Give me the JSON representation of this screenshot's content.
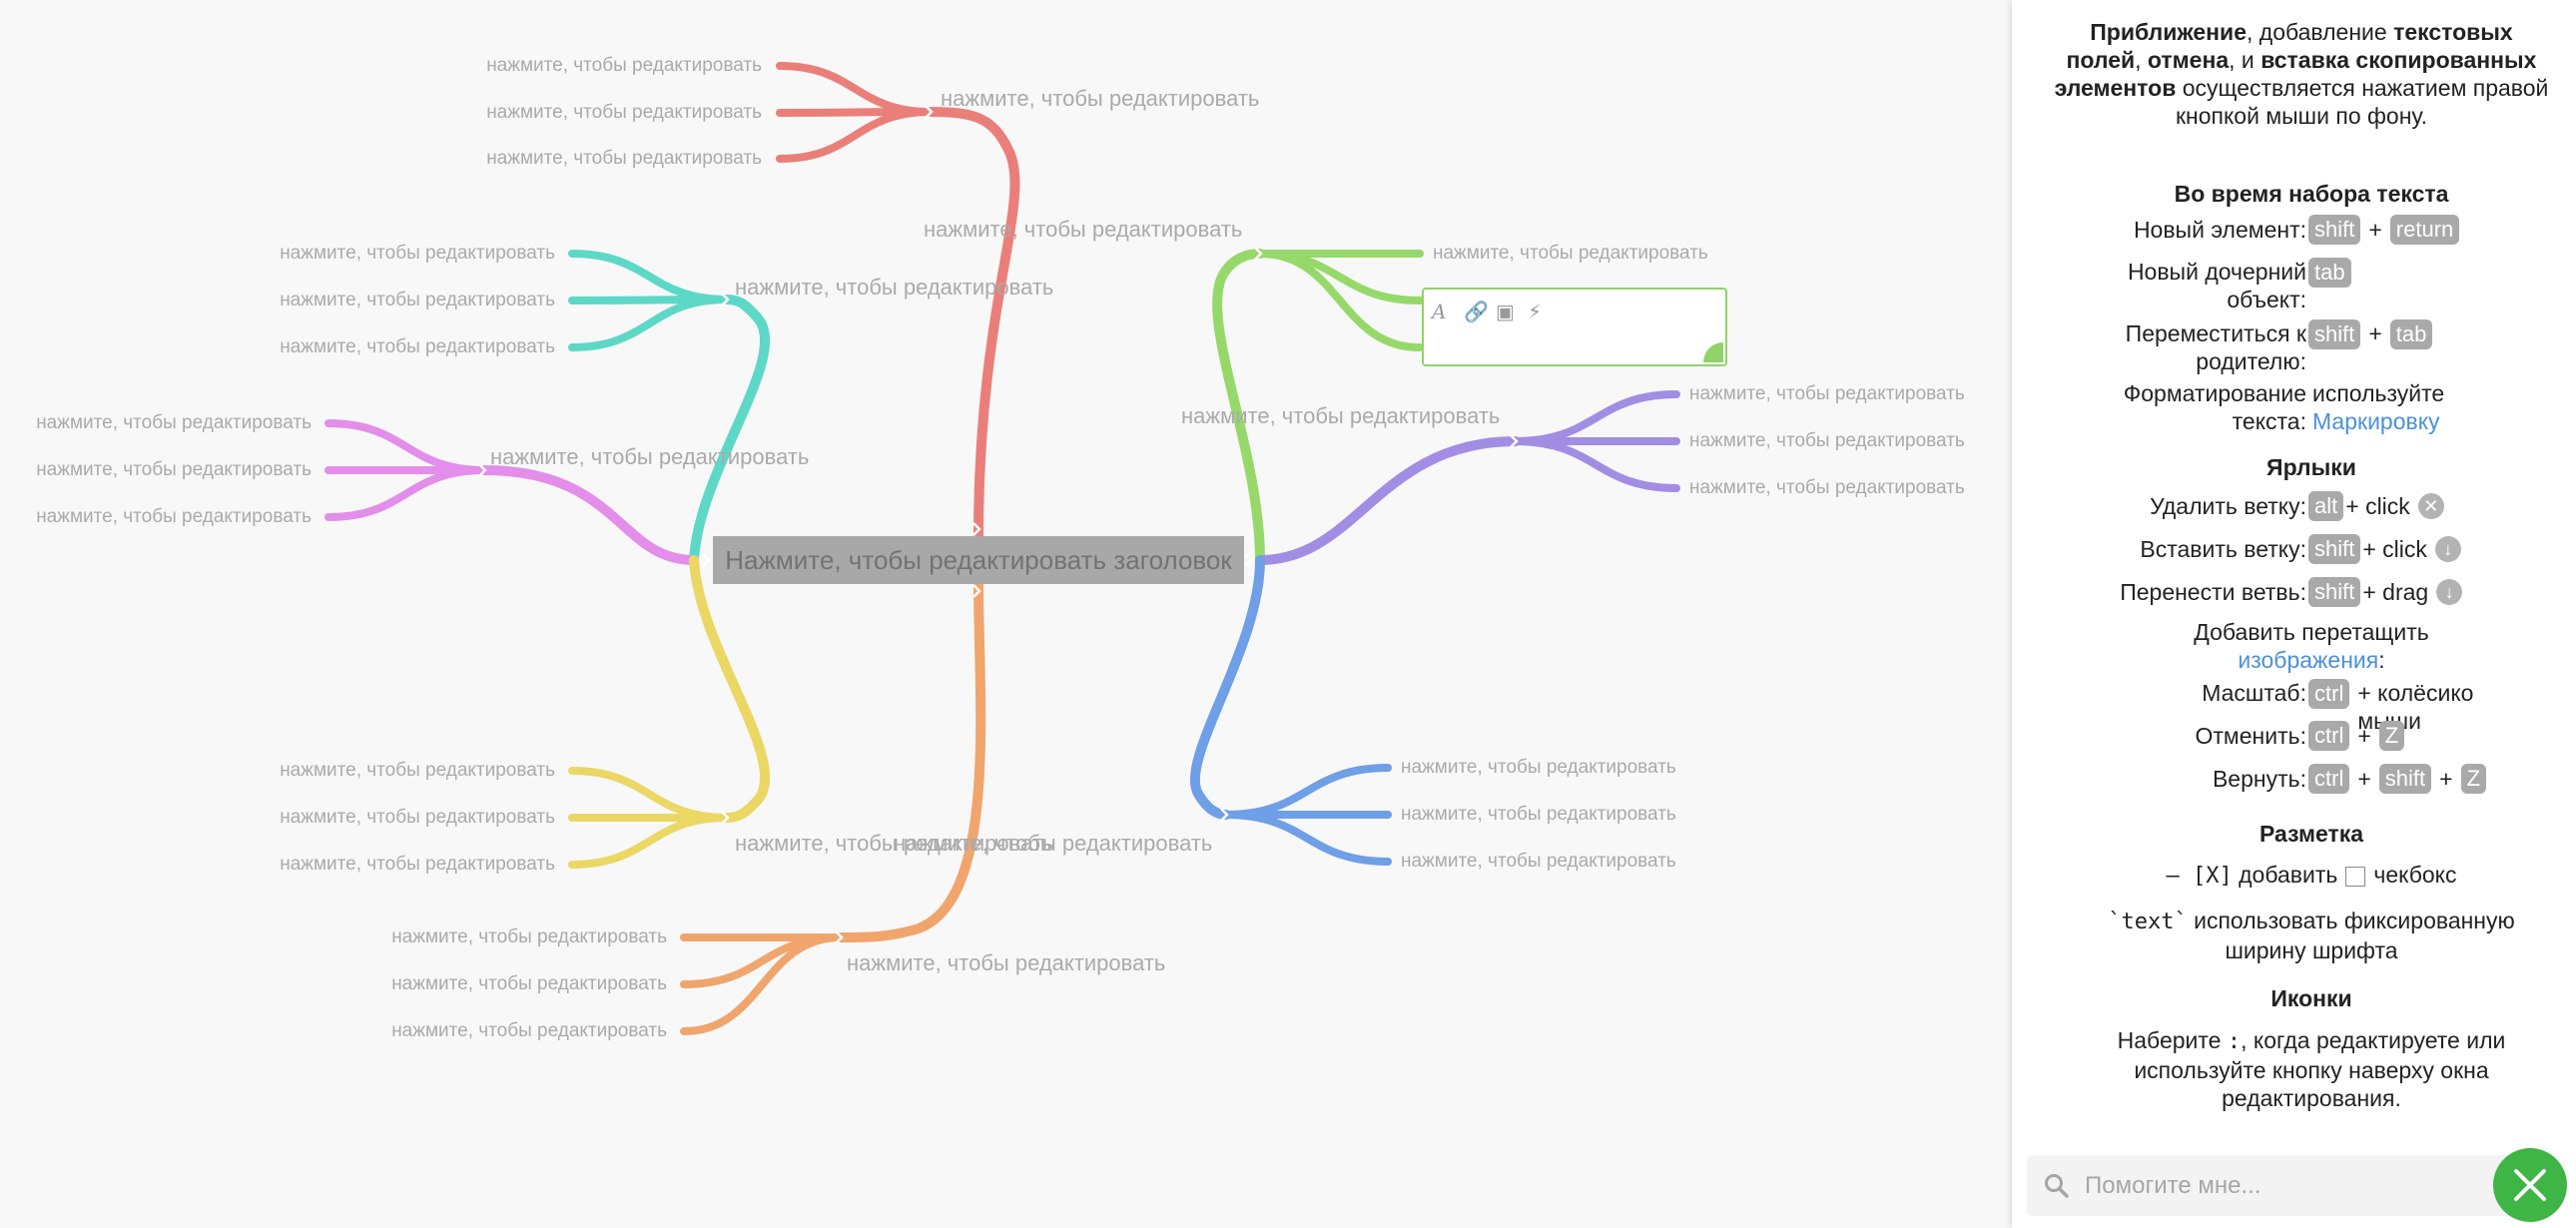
{
  "mindmap": {
    "title": "Нажмите, чтобы редактировать заголовок",
    "branch_text": "нажмите, чтобы редактировать",
    "leaf_text": "нажмите, чтобы редактировать",
    "colors": {
      "red": "#ea7f7a",
      "teal": "#5dd8c7",
      "magenta": "#e38eea",
      "yellow": "#ead764",
      "orange": "#f0a56d",
      "green": "#96d96a",
      "purple": "#a28de4",
      "blue": "#6f9fe6"
    },
    "editor_toolbar": [
      "font-icon",
      "link-icon",
      "image-icon",
      "lightning-icon"
    ]
  },
  "panel": {
    "intro": {
      "b1": "Приближение",
      "t1": ", добавление ",
      "b2": "текстовых полей",
      "t2": ", ",
      "b3": "отмена",
      "t3": ", и ",
      "b4": "вставка скопированных элементов",
      "t4": " осуществляется нажатием правой кнопкой мыши по фону."
    },
    "typing": {
      "heading": "Во время набора текста",
      "new_item": "Новый элемент:",
      "new_child": "Новый дочерний объект:",
      "to_parent": "Переместиться к родителю:",
      "formatting": "Форматирование текста:",
      "formatting_use": "используйте",
      "markdown_link": "Маркировку"
    },
    "shortcuts": {
      "heading": "Ярлыки",
      "delete_branch": "Удалить ветку:",
      "insert_branch": "Вставить ветку:",
      "move_branch": "Перенести ветвь:",
      "add_drag": "Добавить перетащить",
      "images_link": "изображения",
      "colon": ":",
      "zoom": "Масштаб:",
      "wheel": "+ колёсико мыши",
      "undo": "Отменить:",
      "redo": "Вернуть:"
    },
    "keys": {
      "shift": "shift",
      "return": "return",
      "tab": "tab",
      "alt": "alt",
      "ctrl": "ctrl",
      "z": "Z",
      "plus": "+",
      "click": "+ click",
      "drag": "+ drag"
    },
    "markup": {
      "heading": "Разметка",
      "checkbox_code": "– [X]",
      "checkbox_add": "добавить",
      "checkbox_word": "чекбокс",
      "code_sample": "`text`",
      "code_desc": "использовать фиксированную ширину шрифта"
    },
    "icons": {
      "heading": "Иконки",
      "p1": "Наберите ",
      "code": ":",
      "p2": ", когда редактируете или используйте кнопку наверху окна редактирования."
    },
    "search": {
      "placeholder": "Помогите мне..."
    }
  }
}
